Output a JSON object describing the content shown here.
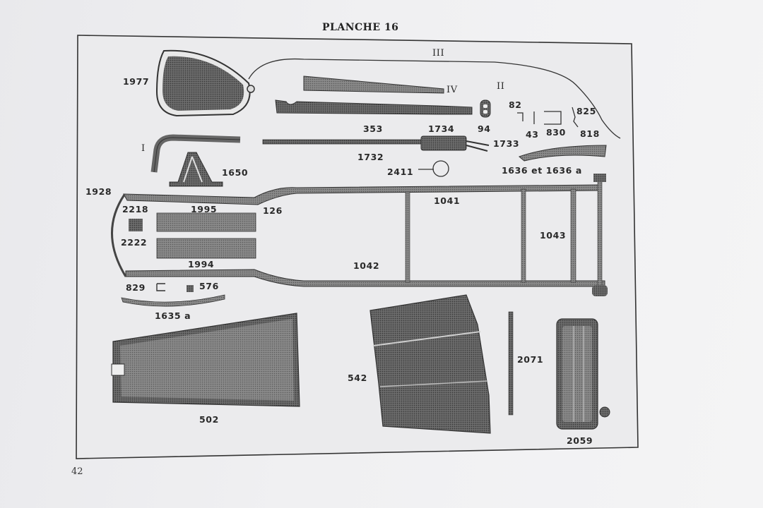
{
  "page": {
    "title": "PLANCHE 16",
    "page_number": "42"
  },
  "colors": {
    "ink": "#2a2a2a",
    "paper": "#f2f2f3",
    "plate_bg": "#ebebed"
  },
  "labels": {
    "p1977": "1977",
    "iii": "III",
    "iv": "IV",
    "ii": "II",
    "i": "I",
    "p353": "353",
    "p1734": "1734",
    "p94": "94",
    "p82": "82",
    "p43": "43",
    "p830": "830",
    "p825": "825",
    "p818": "818",
    "p1732": "1732",
    "p1733": "1733",
    "p1650": "1650",
    "p2411": "2411",
    "p1636": "1636 et 1636 a",
    "p1928": "1928",
    "p2218": "2218",
    "p1995": "1995",
    "p126": "126",
    "p1041": "1041",
    "p1043": "1043",
    "p2222": "2222",
    "p1994": "1994",
    "p1042": "1042",
    "p829": "829",
    "p576": "576",
    "p1635a": "1635 a",
    "p542": "542",
    "p2071": "2071",
    "p502": "502",
    "p2059": "2059"
  }
}
